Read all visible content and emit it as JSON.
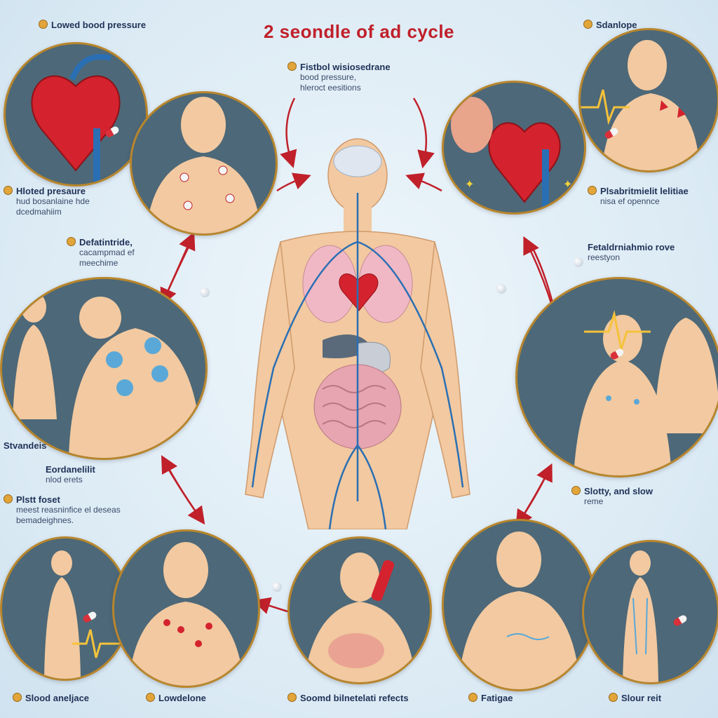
{
  "title": "2 seondle of ad cycle",
  "colors": {
    "accent": "#c0202a",
    "arrow": "#c0202a",
    "border": "#b8862c",
    "skin": "#f2c9a0",
    "vein": "#2a6fb4"
  },
  "labels": {
    "top_left": {
      "title": "Lowed bood pressure"
    },
    "top_center": {
      "title": "Fistbol wisiosedrane",
      "line2": "bood pressure,",
      "line3": "hleroct eesitions"
    },
    "top_right": {
      "title": "Sdanlope"
    },
    "left_upper": {
      "title": "Hloted presaure",
      "line2": "hud bosanlaine hde",
      "line3": "dcedmahiim"
    },
    "left_mid": {
      "title": "Defatintride,",
      "line2": "cacampmad ef",
      "line3": "meechime"
    },
    "right_upper": {
      "title": "Plsabritmielit lelitiae",
      "line2": "nisa ef opennce"
    },
    "right_mid": {
      "title": "Fetaldrniahmio rove",
      "line2": "reestyon"
    },
    "left_lower_a": {
      "title": "Stvandeis"
    },
    "left_lower_b": {
      "title": "Eordanelilit",
      "line2": "nlod erets"
    },
    "left_lower_c": {
      "title": "Plstt foset",
      "line2": "meest reasninfice el deseas",
      "line3": "bemadeighnes."
    },
    "right_lower": {
      "title": "Slotty, and slow",
      "line2": "reme"
    },
    "bottom_1": {
      "title": "Slood aneljace"
    },
    "bottom_2": {
      "title": "Lowdelone"
    },
    "bottom_3": {
      "title": "Soomd bilnetelati refects"
    },
    "bottom_4": {
      "title": "Fatigae"
    },
    "bottom_5": {
      "title": "Slour reit"
    }
  }
}
